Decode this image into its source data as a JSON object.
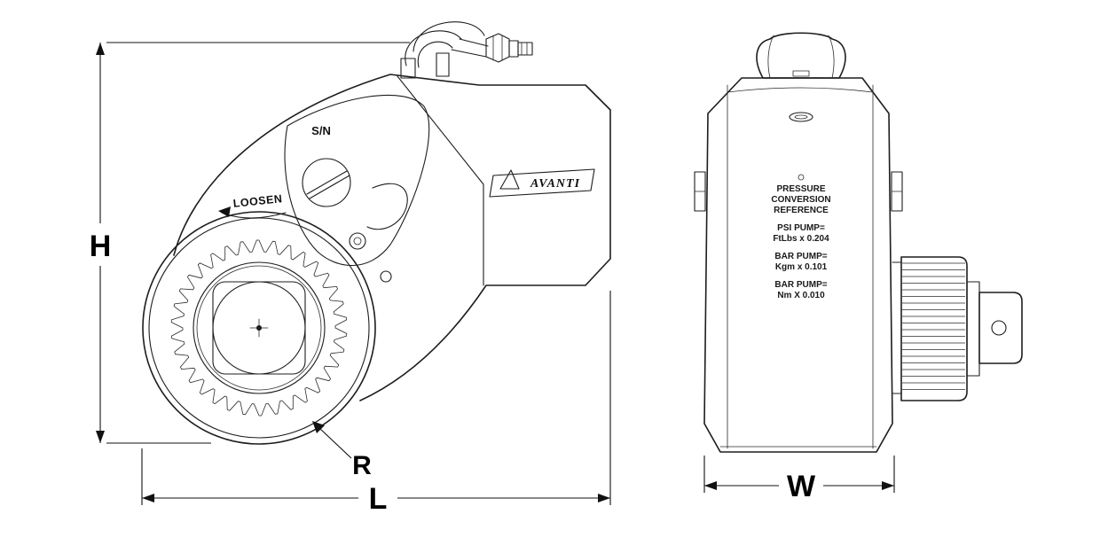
{
  "dimensions": {
    "height_label": "H",
    "length_label": "L",
    "radius_label": "R",
    "width_label": "W"
  },
  "side_view": {
    "serial_label": "S/N",
    "loosen_label": "LOOSEN",
    "brand": "AVANTI"
  },
  "front_view": {
    "conversion_reference": {
      "title_lines": [
        "PRESSURE",
        "CONVERSION",
        "REFERENCE"
      ],
      "entries": [
        {
          "label": "PSI PUMP=",
          "formula": "FtLbs x 0.204"
        },
        {
          "label": "BAR PUMP=",
          "formula": "Kgm x 0.101"
        },
        {
          "label": "BAR PUMP=",
          "formula": "Nm X 0.010"
        }
      ]
    }
  }
}
